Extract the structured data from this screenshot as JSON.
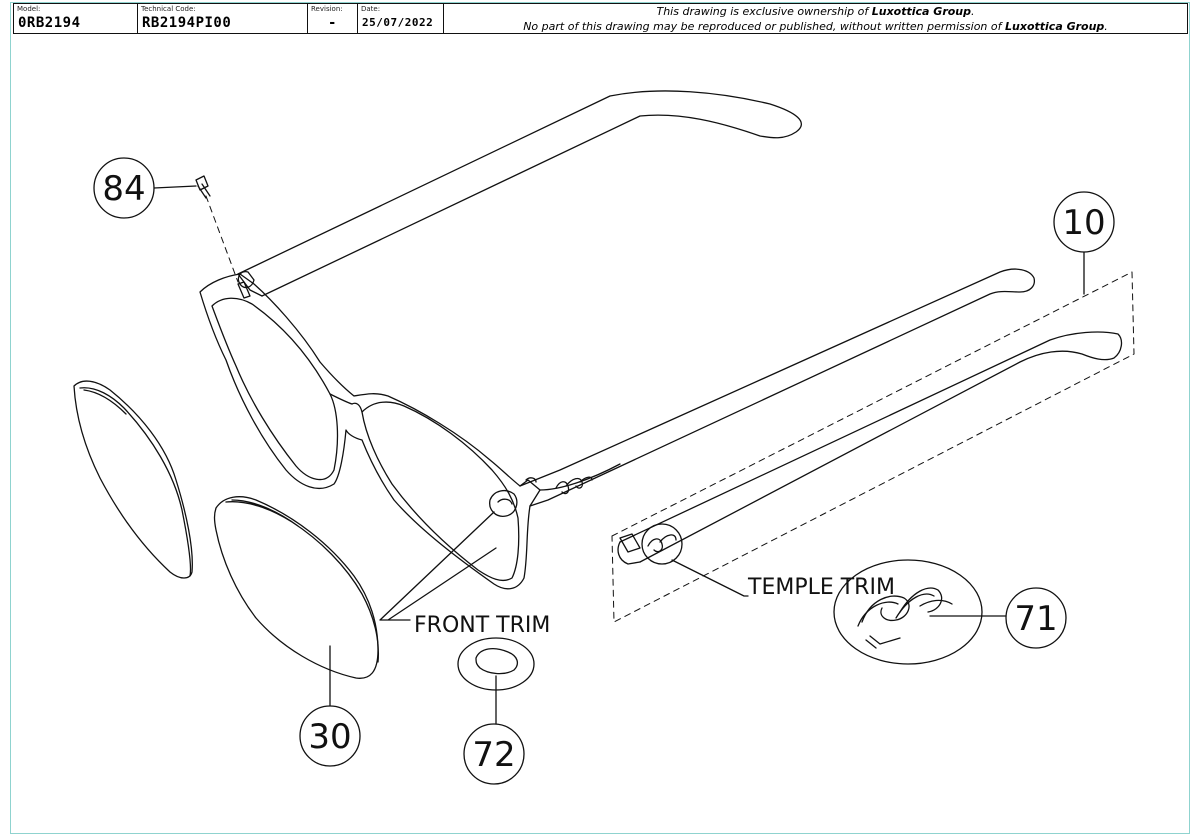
{
  "title_block": {
    "model_label": "Model:",
    "model_value": "0RB2194",
    "tech_label": "Technical Code:",
    "tech_value": "RB2194PI00",
    "revision_label": "Revision:",
    "revision_value": "-",
    "date_label": "Date:",
    "date_value": "25/07/2022",
    "notice_line1_a": "This drawing is exclusive ownership of ",
    "notice_line1_brand": "Luxottica Group",
    "notice_line1_b": ".",
    "notice_line2_a": "No part of this drawing may be reproduced or published, without written permission of ",
    "notice_line2_brand": "Luxottica Group",
    "notice_line2_b": "."
  },
  "callouts": {
    "c84": "84",
    "c10": "10",
    "c30": "30",
    "c72": "72",
    "c71": "71"
  },
  "labels": {
    "front_trim": "FRONT TRIM",
    "temple_trim": "TEMPLE TRIM"
  }
}
